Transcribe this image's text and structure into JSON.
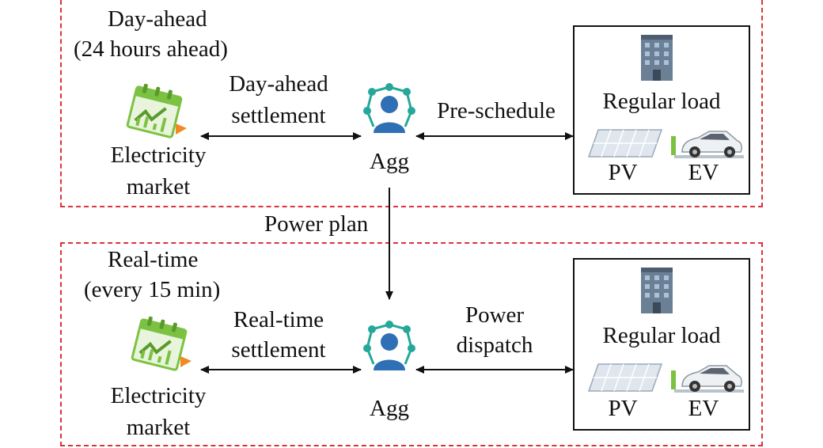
{
  "day_ahead": {
    "title_line1": "Day-ahead",
    "title_line2": "(24 hours ahead)",
    "settlement_line1": "Day-ahead",
    "settlement_line2": "settlement",
    "market_line1": "Electricity",
    "market_line2": "market",
    "agg": "Agg",
    "link_right": "Pre-schedule",
    "regular_load": "Regular load",
    "pv": "PV",
    "ev": "EV"
  },
  "power_plan": "Power plan",
  "real_time": {
    "title_line1": "Real-time",
    "title_line2": "(every 15 min)",
    "settlement_line1": "Real-time",
    "settlement_line2": "settlement",
    "market_line1": "Electricity",
    "market_line2": "market",
    "agg": "Agg",
    "link_right_line1": "Power",
    "link_right_line2": "dispatch",
    "regular_load": "Regular load",
    "pv": "PV",
    "ev": "EV"
  },
  "colors": {
    "dashed_border": "#d9333f",
    "market_green": "#7cc242",
    "agg_teal": "#24a89a",
    "agg_blue": "#2f6fb5",
    "building_gray": "#6b7f95"
  },
  "icons": {
    "market": "calendar-chart-icon",
    "agg": "network-person-icon",
    "load": "building-icon",
    "pv": "solar-panel-icon",
    "ev": "electric-car-icon"
  }
}
